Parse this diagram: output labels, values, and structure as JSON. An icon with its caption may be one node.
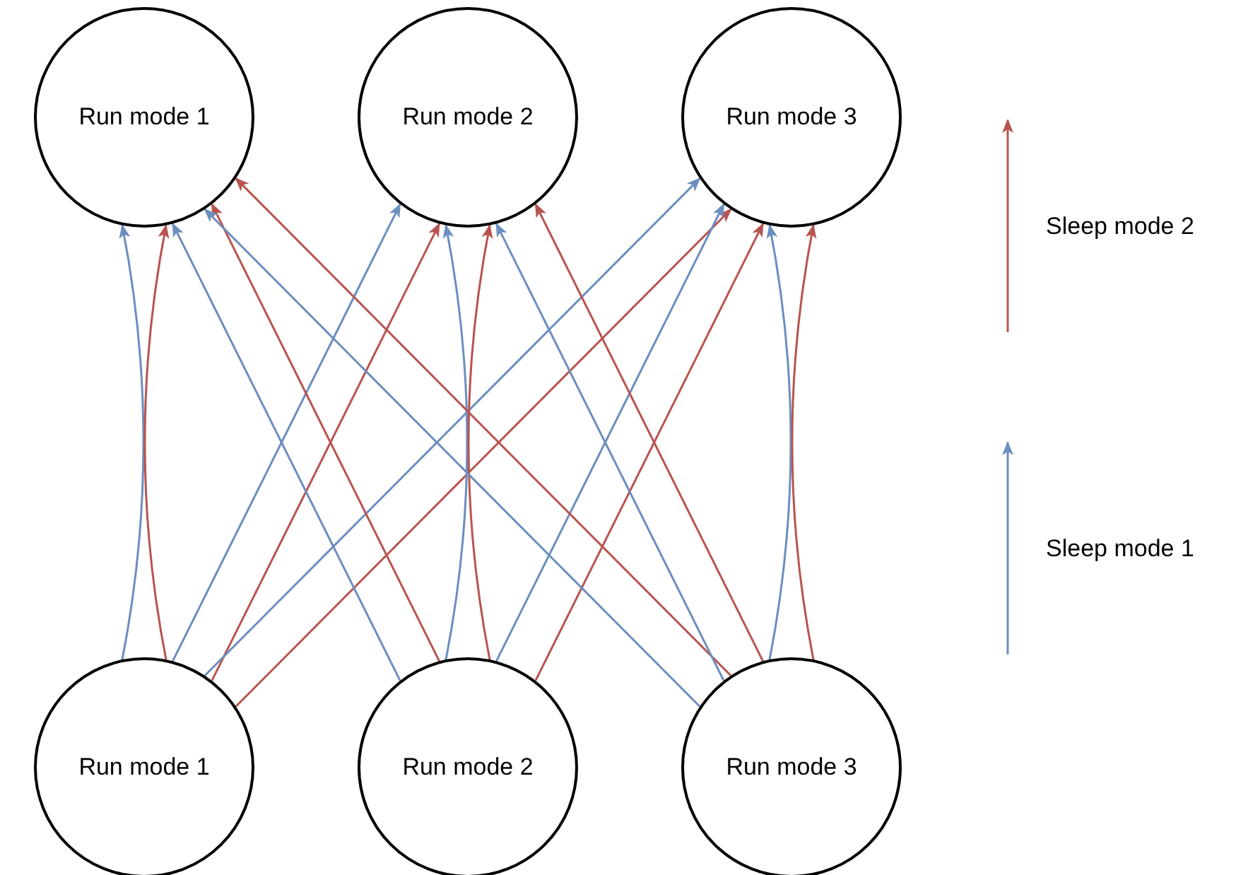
{
  "diagram": {
    "nodes": [
      {
        "text": [
          "Run mode 1"
        ]
      },
      {
        "text": [
          "Run mode 2"
        ]
      },
      {
        "text": [
          "Run mode 3"
        ]
      },
      {
        "text": [
          "Run mode 1"
        ]
      },
      {
        "text": [
          "Run mode 2"
        ]
      },
      {
        "text": [
          "Run mode 3"
        ]
      }
    ],
    "edges": [
      {
        "from": 3,
        "to": 0,
        "arrow": "to",
        "color": "#6c8ebf"
      },
      {
        "from": 3,
        "to": 0,
        "arrow": "to",
        "color": "#b85450"
      },
      {
        "from": 3,
        "to": 1,
        "arrow": "to",
        "color": "#6c8ebf"
      },
      {
        "from": 3,
        "to": 1,
        "arrow": "to",
        "color": "#b85450"
      },
      {
        "from": 3,
        "to": 2,
        "arrow": "to",
        "color": "#6c8ebf"
      },
      {
        "from": 3,
        "to": 2,
        "arrow": "to",
        "color": "#b85450"
      },
      {
        "from": 4,
        "to": 0,
        "arrow": "to",
        "color": "#6c8ebf"
      },
      {
        "from": 4,
        "to": 0,
        "arrow": "to",
        "color": "#b85450"
      },
      {
        "from": 4,
        "to": 1,
        "arrow": "to",
        "color": "#6c8ebf"
      },
      {
        "from": 4,
        "to": 1,
        "arrow": "to",
        "color": "#b85450"
      },
      {
        "from": 4,
        "to": 2,
        "arrow": "to",
        "color": "#6c8ebf"
      },
      {
        "from": 4,
        "to": 2,
        "arrow": "to",
        "color": "#b85450"
      },
      {
        "from": 5,
        "to": 0,
        "arrow": "to",
        "color": "#6c8ebf"
      },
      {
        "from": 5,
        "to": 0,
        "arrow": "to",
        "color": "#b85450"
      },
      {
        "from": 5,
        "to": 1,
        "arrow": "to",
        "color": "#6c8ebf"
      },
      {
        "from": 5,
        "to": 1,
        "arrow": "to",
        "color": "#b85450"
      },
      {
        "from": 5,
        "to": 2,
        "arrow": "to",
        "color": "#6c8ebf"
      },
      {
        "from": 5,
        "to": 2,
        "arrow": "to",
        "color": "#b85450"
      }
    ],
    "legend": [
      {
        "text": "Sleep mode 2"
      },
      {
        "text": "Sleep mode 1"
      }
    ]
  }
}
